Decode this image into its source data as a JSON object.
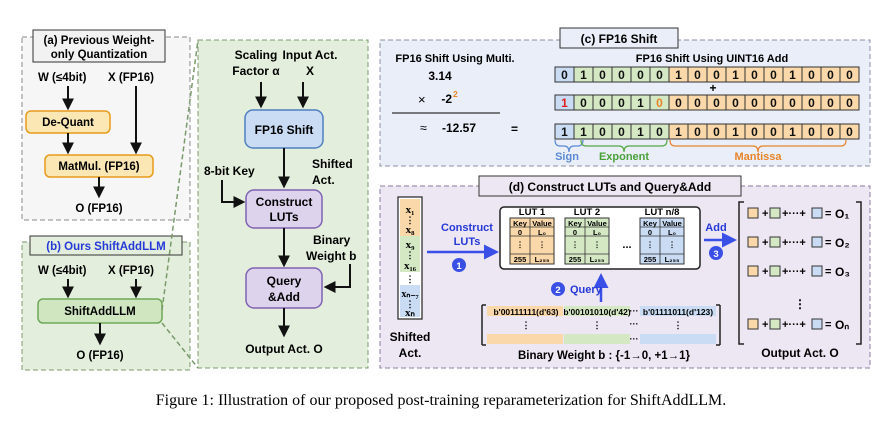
{
  "caption": "Figure 1: Illustration of our proposed post-training reparameterization for ShiftAddLLM.",
  "panel_a": {
    "title_line1": "(a) Previous Weight-",
    "title_line2": "only Quantization",
    "input_w": "W (≤4bit)",
    "input_x": "X (FP16)",
    "dequant": "De-Quant",
    "matmul": "MatMul. (FP16)",
    "output": "O (FP16)"
  },
  "panel_b": {
    "title": "(b) Ours ShiftAddLLM",
    "input_w": "W (≤4bit)",
    "input_x": "X (FP16)",
    "block": "ShiftAddLLM",
    "output": "O (FP16)"
  },
  "middle": {
    "scaling_line1": "Scaling",
    "scaling_line2": "Factor α",
    "input_line1": "Input Act.",
    "input_line2": "X",
    "fp16_shift": "FP16 Shift",
    "shifted_line1": "Shifted",
    "shifted_line2": "Act.",
    "eight_bit_key": "8-bit Key",
    "construct_line1": "Construct",
    "construct_line2": "LUTs",
    "binary_line1": "Binary",
    "binary_line2": "Weight b",
    "query_line1": "Query",
    "query_line2": "&Add",
    "output": "Output Act. O"
  },
  "panel_c": {
    "title": "(c) FP16 Shift",
    "multi_heading": "FP16 Shift Using Multi.",
    "uint_heading": "FP16 Shift Using UINT16 Add",
    "operand_a": "3.14",
    "times": "×",
    "operand_b_base": "-2",
    "operand_b_exp": "2",
    "approx": "≈",
    "result": "-12.57",
    "equals": "=",
    "plus": "+",
    "sign": "Sign",
    "exponent": "Exponent",
    "mantissa": "Mantissa",
    "bit_rows": [
      [
        "0",
        "1",
        "0",
        "0",
        "0",
        "0",
        "1",
        "0",
        "0",
        "1",
        "0",
        "0",
        "1",
        "0",
        "0",
        "0"
      ],
      [
        "1",
        "0",
        "0",
        "0",
        "1",
        "0",
        "0",
        "0",
        "0",
        "0",
        "0",
        "0",
        "0",
        "0",
        "0",
        "0"
      ],
      [
        "1",
        "1",
        "0",
        "0",
        "1",
        "0",
        "1",
        "0",
        "0",
        "1",
        "0",
        "0",
        "1",
        "0",
        "0",
        "0"
      ]
    ],
    "colors": {
      "sign": "#c9dcf4",
      "exponent": "#d4e8c4",
      "mantissa": "#fbd8a9",
      "highlight_red": "#e02020",
      "highlight_orange": "#e8842a"
    }
  },
  "panel_d": {
    "title": "(d) Construct LUTs and Query&Add",
    "act_x1": "x₁",
    "act_x8": "x₈",
    "act_x9": "x₉",
    "act_x16": "x₁₆",
    "act_xn7": "xₙ₋₇",
    "act_xn": "xₙ",
    "vdots": "⋮",
    "hdots": "···",
    "ellipsis": "...",
    "shifted_line1": "Shifted",
    "shifted_line2": "Act.",
    "construct_line1": "Construct",
    "construct_line2": "LUTs",
    "step1": "1",
    "step2": "2",
    "step3": "3",
    "query": "Query",
    "add": "Add",
    "luts": [
      {
        "title": "LUT 1",
        "color": "#fbd8a9",
        "row0_key": "0",
        "row0_val": "L₀",
        "last_key": "255",
        "last_val": "L₂₅₅"
      },
      {
        "title": "LUT 2",
        "color": "#d4e8c4",
        "row0_key": "0",
        "row0_val": "L₀",
        "last_key": "255",
        "last_val": "L₂₅₅"
      },
      {
        "title": "LUT n/8",
        "color": "#c9dcf4",
        "row0_key": "0",
        "row0_val": "L₀",
        "last_key": "255",
        "last_val": "L₂₅₅"
      }
    ],
    "lut_key_header": "Key",
    "lut_value_header": "Value",
    "weight_code1": "b'00111111(d'63)",
    "weight_code2": "b'00101010(d'42)",
    "weight_code3": "b'01111011(d'123)",
    "weight_caption": "Binary Weight b : {-1→0, +1→1}",
    "output_rows": [
      "O₁",
      "O₂",
      "O₃",
      "Oₙ"
    ],
    "output_row_text": "+···+",
    "output_caption": "Output Act. O",
    "box_colors": {
      "first": "#fbd8a9",
      "second": "#d4e8c4",
      "last": "#c9dcf4"
    }
  }
}
